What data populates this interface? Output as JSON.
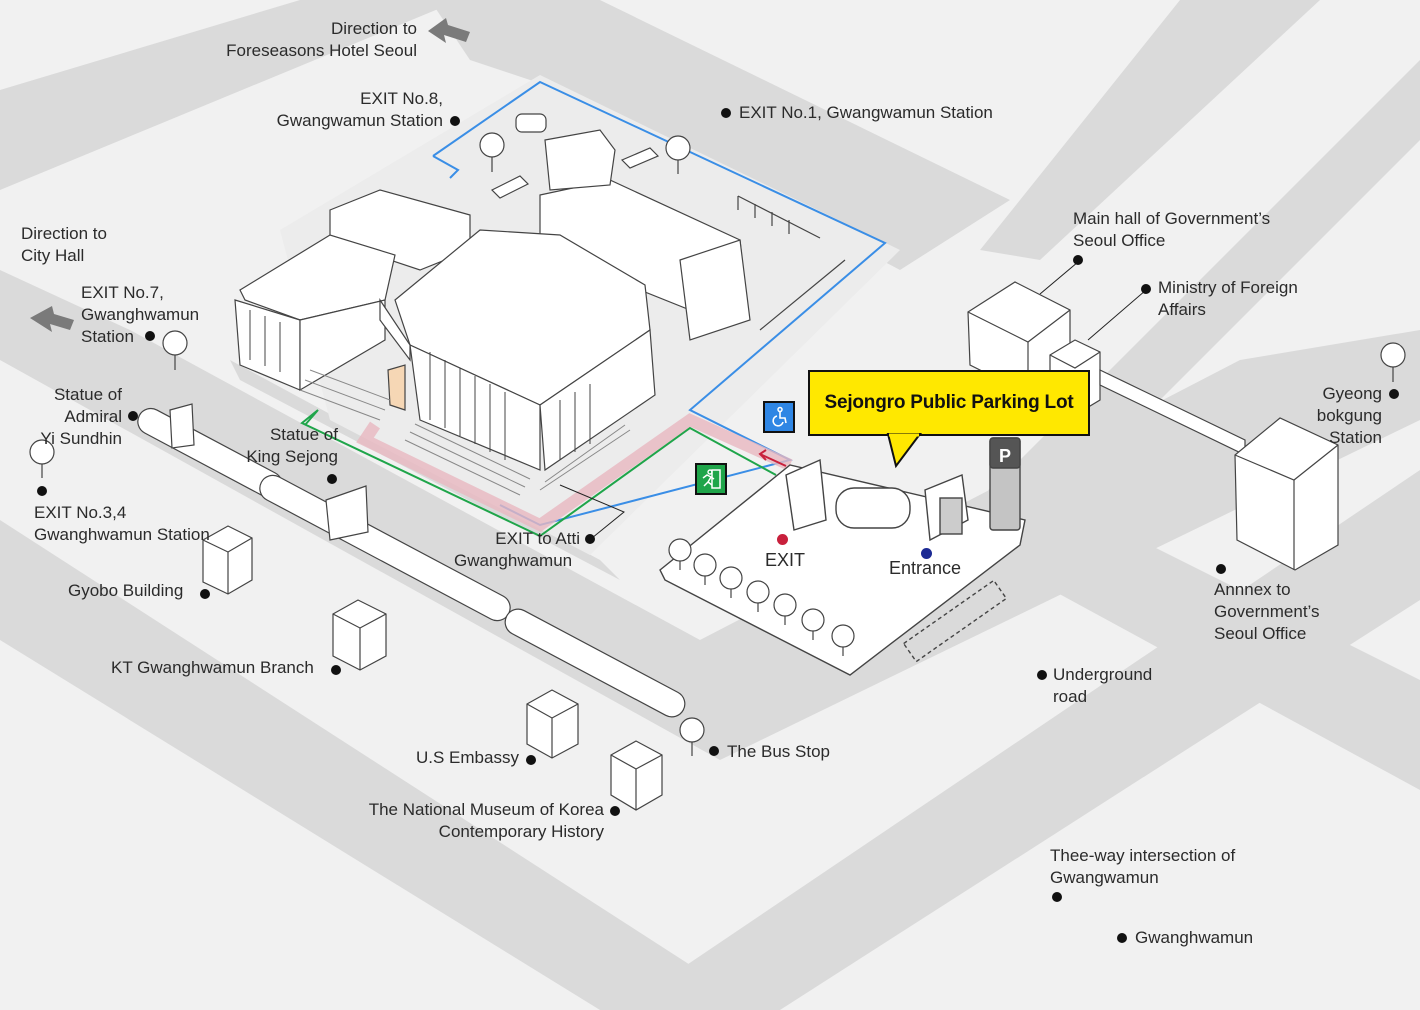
{
  "map": {
    "title": "Sejongro Public Parking Lot",
    "colors": {
      "background": "#f1f1f1",
      "road": "#dadada",
      "building_fill": "#ffffff",
      "outline": "#444444",
      "route_blue": "#3a8ee6",
      "route_green": "#1fa54a",
      "route_pink": "#e8b8c0",
      "callout_yellow": "#ffe800",
      "exit_dot": "#c8203c",
      "entrance_dot": "#1c2a94",
      "accessible_badge": "#2f86e4",
      "emergency_exit_badge": "#1fa54a"
    }
  },
  "callout": {
    "label": "Sejongro Public Parking Lot"
  },
  "badges": {
    "accessible": {
      "icon": "wheelchair-icon"
    },
    "emergency_exit": {
      "icon": "running-exit-icon"
    },
    "parking_sign": {
      "letter": "P"
    }
  },
  "parking_points": {
    "exit": "EXIT",
    "entrance": "Entrance"
  },
  "directions": [
    {
      "id": "hotel",
      "lines": [
        "Direction to",
        "Foreseasons Hotel Seoul"
      ]
    },
    {
      "id": "cityhall",
      "lines": [
        "Direction to",
        "City Hall"
      ]
    }
  ],
  "landmarks": [
    {
      "id": "exit8",
      "lines": [
        "EXIT No.8,",
        "Gwangwamun Station"
      ]
    },
    {
      "id": "exit1",
      "lines": [
        "EXIT No.1, Gwangwamun Station"
      ]
    },
    {
      "id": "exit7",
      "lines": [
        "EXIT No.7,",
        "Gwanghwamun",
        "Station"
      ]
    },
    {
      "id": "admiral",
      "lines": [
        "Statue of",
        "Admiral",
        "Yi Sundhin"
      ]
    },
    {
      "id": "exit34",
      "lines": [
        "EXIT No.3,4",
        "Gwanghwamun Station"
      ]
    },
    {
      "id": "sejong",
      "lines": [
        "Statue of",
        "King Sejong"
      ]
    },
    {
      "id": "atti",
      "lines": [
        "EXIT to Atti",
        "Gwanghwamun"
      ]
    },
    {
      "id": "gyobo",
      "lines": [
        "Gyobo Building"
      ]
    },
    {
      "id": "kt",
      "lines": [
        "KT Gwanghwamun Branch"
      ]
    },
    {
      "id": "embassy",
      "lines": [
        "U.S Embassy"
      ]
    },
    {
      "id": "museum",
      "lines": [
        "The National Museum of Korea",
        "Contemporary History"
      ]
    },
    {
      "id": "busstop",
      "lines": [
        "The Bus Stop"
      ]
    },
    {
      "id": "mainhall",
      "lines": [
        "Main hall of Government’s",
        "Seoul Office"
      ]
    },
    {
      "id": "mofa",
      "lines": [
        "Ministry of Foreign",
        "Affairs"
      ]
    },
    {
      "id": "gyeongbok",
      "lines": [
        "Gyeong",
        "bokgung",
        "Station"
      ]
    },
    {
      "id": "annex",
      "lines": [
        "Annnex to",
        "Government’s",
        "Seoul Office"
      ]
    },
    {
      "id": "underground",
      "lines": [
        "Underground",
        "road"
      ]
    },
    {
      "id": "threeway",
      "lines": [
        "Thee-way intersection of",
        "Gwangwamun"
      ]
    },
    {
      "id": "gwanghwamun",
      "lines": [
        "Gwanghwamun"
      ]
    }
  ]
}
